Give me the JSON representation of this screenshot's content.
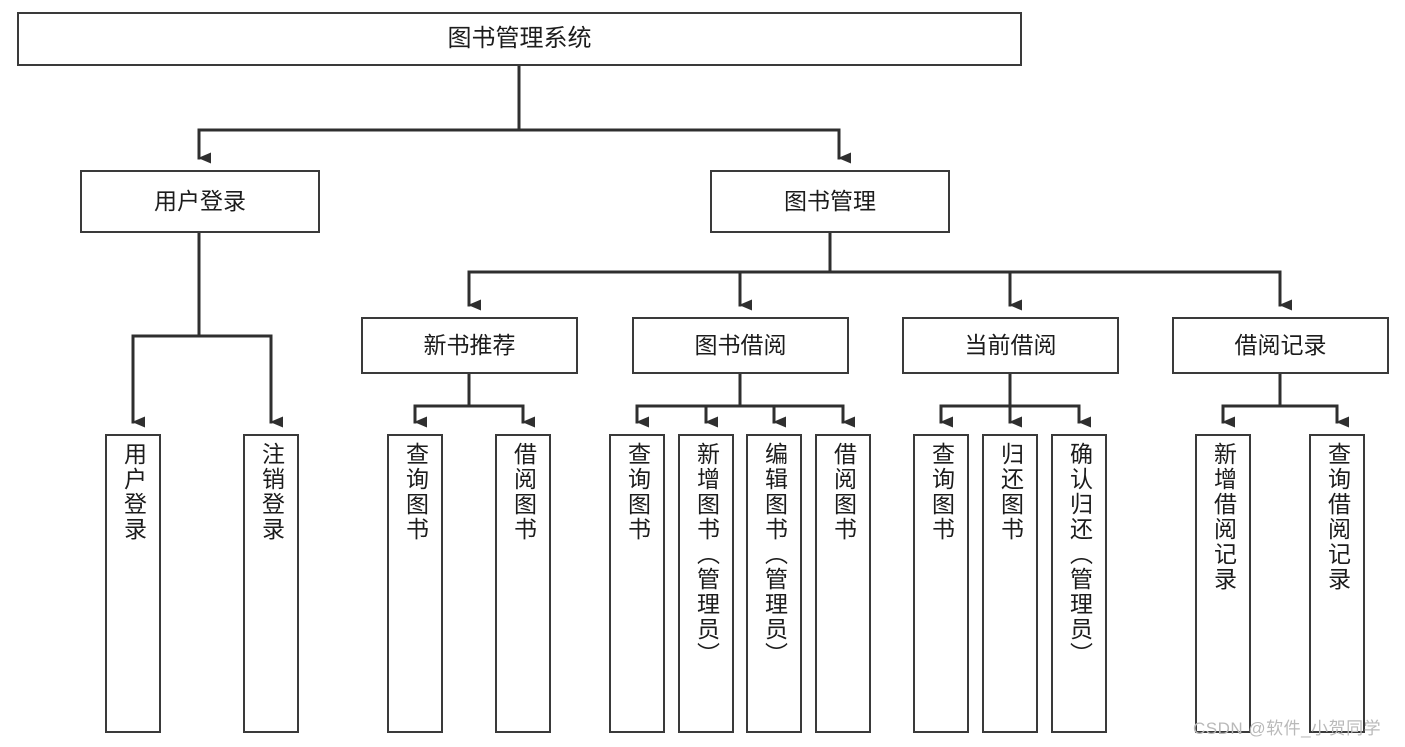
{
  "diagram": {
    "title_node": {
      "id": "root",
      "label": "图书管理系统"
    },
    "level2": [
      {
        "id": "user-login",
        "label": "用户登录"
      },
      {
        "id": "book-management",
        "label": "图书管理"
      }
    ],
    "level3": [
      {
        "id": "new-book-recommend",
        "label": "新书推荐"
      },
      {
        "id": "book-borrow",
        "label": "图书借阅"
      },
      {
        "id": "current-borrow",
        "label": "当前借阅"
      },
      {
        "id": "borrow-record",
        "label": "借阅记录"
      }
    ],
    "leaves": [
      {
        "id": "leaf-user-login",
        "label": "用户登录",
        "parent": "user-login"
      },
      {
        "id": "leaf-logout-login",
        "label": "注销登录",
        "parent": "user-login"
      },
      {
        "id": "leaf-query-book-1",
        "label": "查询图书",
        "parent": "new-book-recommend"
      },
      {
        "id": "leaf-borrow-book-1",
        "label": "借阅图书",
        "parent": "new-book-recommend"
      },
      {
        "id": "leaf-query-book-2",
        "label": "查询图书",
        "parent": "book-borrow"
      },
      {
        "id": "leaf-add-book",
        "label": "新增图书（管理员）",
        "parent": "book-borrow"
      },
      {
        "id": "leaf-edit-book",
        "label": "编辑图书（管理员）",
        "parent": "book-borrow"
      },
      {
        "id": "leaf-borrow-book-2",
        "label": "借阅图书",
        "parent": "book-borrow"
      },
      {
        "id": "leaf-query-book-3",
        "label": "查询图书",
        "parent": "current-borrow"
      },
      {
        "id": "leaf-return-book",
        "label": "归还图书",
        "parent": "current-borrow"
      },
      {
        "id": "leaf-confirm-return",
        "label": "确认归还（管理员）",
        "parent": "current-borrow"
      },
      {
        "id": "leaf-add-record",
        "label": "新增借阅记录",
        "parent": "borrow-record"
      },
      {
        "id": "leaf-query-record",
        "label": "查询借阅记录",
        "parent": "borrow-record"
      }
    ],
    "watermark": "CSDN @软件_小贺同学",
    "colors": {
      "stroke": "#3a3a3a",
      "edge": "#2f2f2f",
      "background": "#ffffff",
      "text": "#1c1c1c",
      "watermark": "#b9b9b9"
    }
  }
}
